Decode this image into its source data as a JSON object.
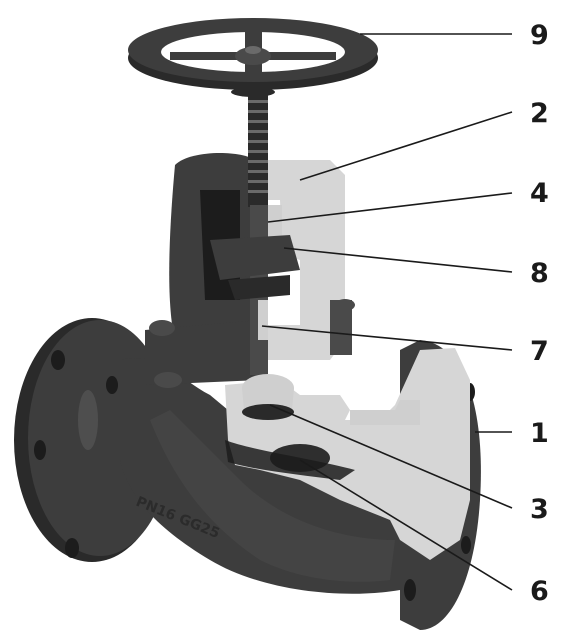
{
  "callouts": [
    {
      "id": "9",
      "label": "9"
    },
    {
      "id": "2",
      "label": "2"
    },
    {
      "id": "4",
      "label": "4"
    },
    {
      "id": "8",
      "label": "8"
    },
    {
      "id": "7",
      "label": "7"
    },
    {
      "id": "1",
      "label": "1"
    },
    {
      "id": "3",
      "label": "3"
    },
    {
      "id": "6",
      "label": "6"
    }
  ],
  "body_marking": "PN16 GG25",
  "colors": {
    "cast_iron": "#3d3d3d",
    "section_cut": "#d6d6d6",
    "label": "#1a1a1a"
  }
}
